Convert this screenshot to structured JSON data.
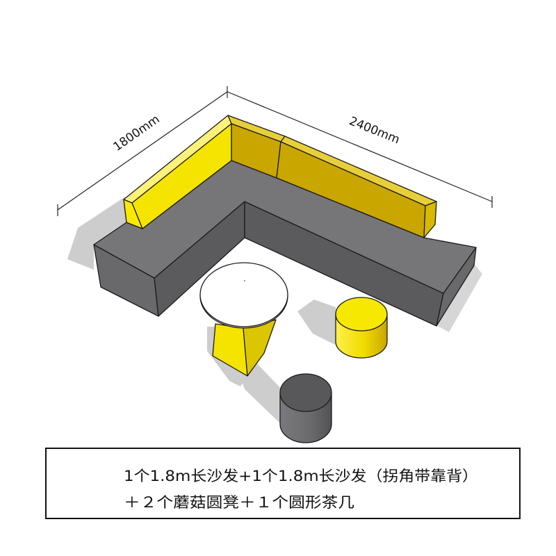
{
  "dimensions": {
    "width_label": "1800mm",
    "length_label": "2400mm"
  },
  "caption": {
    "line1": "1个1.8m长沙发+1个1.8m长沙发（拐角带靠背）",
    "line2": "＋２个蘑菇圆凳＋１个圆形茶几"
  },
  "colors": {
    "sofa_top": "#767679",
    "sofa_side_dark": "#5b5b5e",
    "sofa_side_light": "#69696c",
    "backrest_yellow": "#f5e400",
    "backrest_top": "#fff27a",
    "backrest_mustard": "#c9a600",
    "table_top": "#ffffff",
    "shadow": "#cdcdcd",
    "caption_border": "#111111"
  }
}
